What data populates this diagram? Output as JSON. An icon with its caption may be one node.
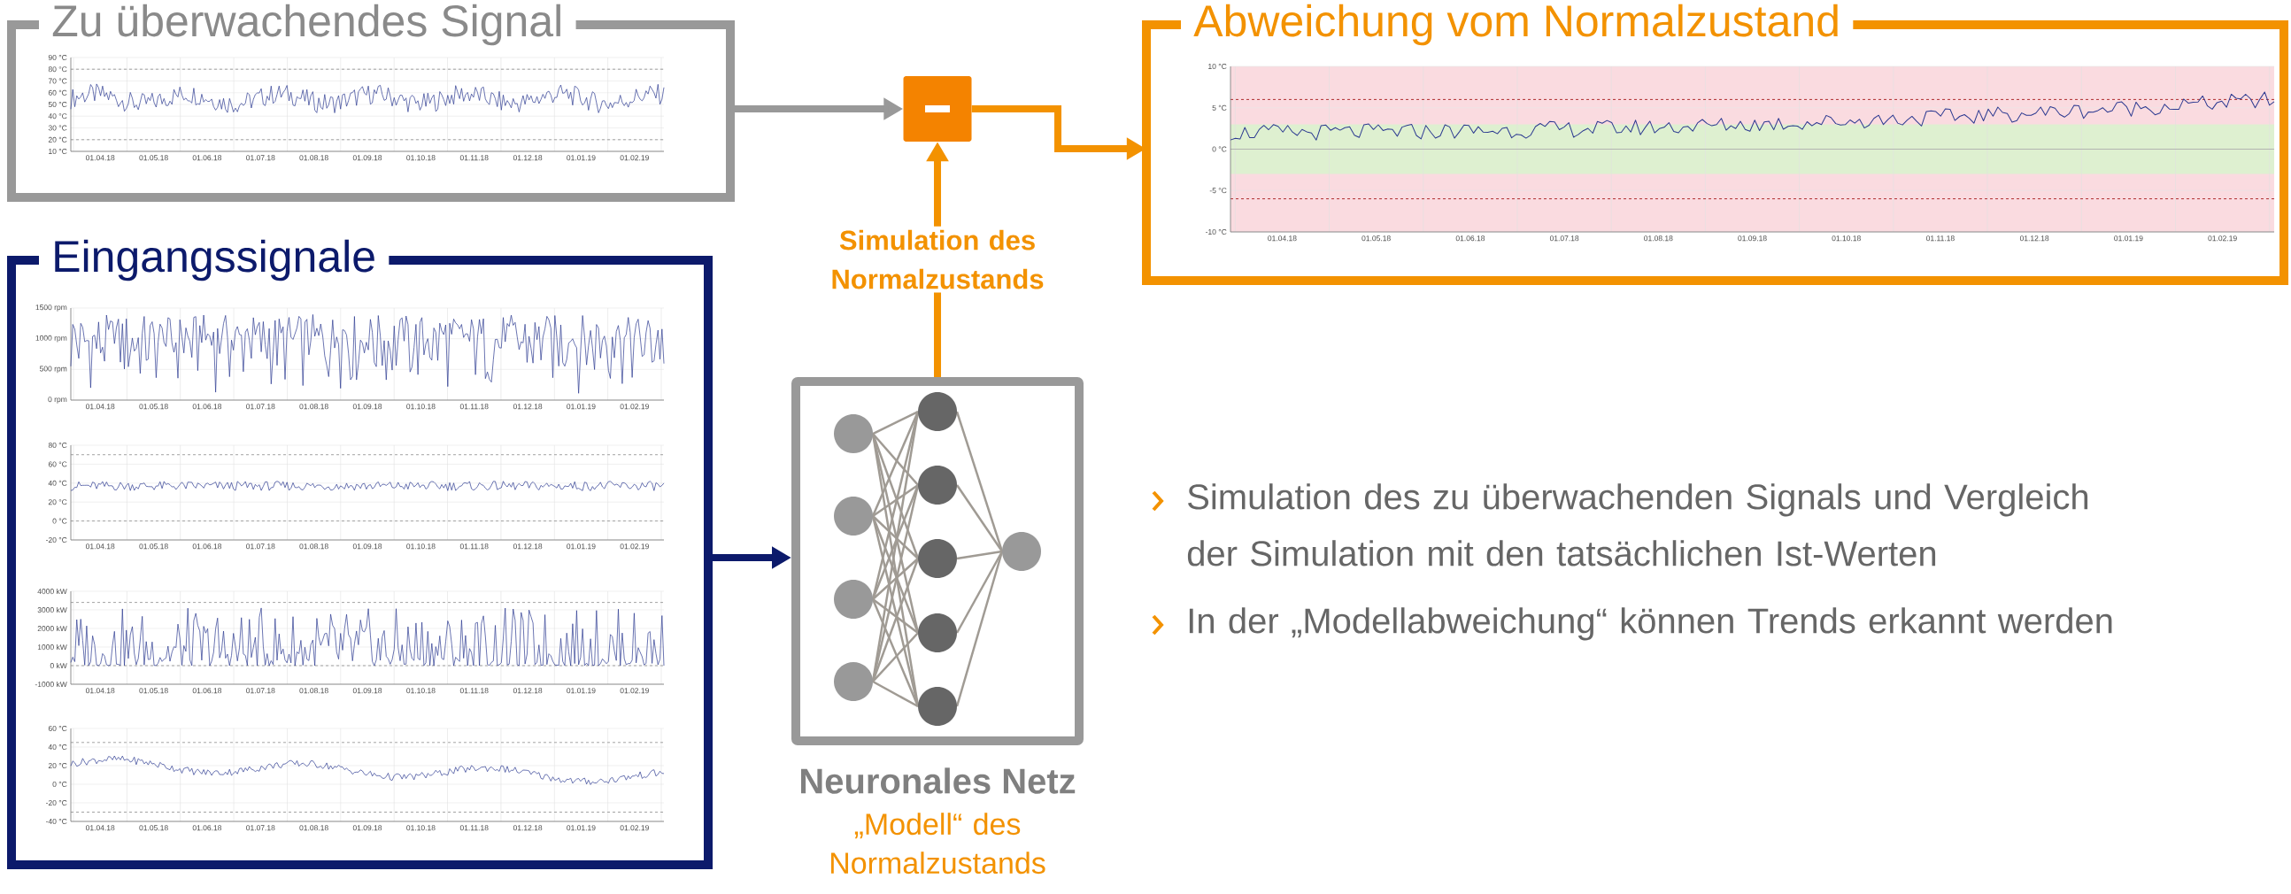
{
  "diagram": {
    "nodes": [
      {
        "text": [
          "Zu überwachendes Signal"
        ]
      },
      {
        "text": [
          "Eingangssignale"
        ]
      },
      {
        "text": [],
        "shape": "box"
      },
      {
        "text": [
          "Neuronales Netz"
        ],
        "beside": [
          "„Modell“ des Normalzustands"
        ]
      },
      {
        "text": [
          "Abweichung vom Normalzustand"
        ]
      }
    ],
    "edges": [
      {
        "from": 0,
        "to": 2,
        "arrow": "to",
        "color": "#999999"
      },
      {
        "from": 1,
        "to": 3,
        "arrow": "to",
        "color": "#0c1a6b"
      },
      {
        "from": 3,
        "to": 2,
        "arrow": "to",
        "label": "Simulation des Normalzustands"
      },
      {
        "from": 2,
        "to": 4,
        "arrow": "to"
      }
    ],
    "labels": [
      "90 °C",
      "80 °C",
      "70 °C",
      "60 °C",
      "50 °C",
      "40 °C",
      "30 °C",
      "20 °C",
      "10 °C",
      "01.04.18",
      "01.05.18",
      "01.06.18",
      "01.07.18",
      "01.08.18",
      "01.09.18",
      "01.10.18",
      "01.11.18",
      "01.12.18",
      "01.01.19",
      "01.02.19",
      "1500 rpm",
      "1000 rpm",
      "500 rpm",
      "0 rpm",
      "01.04.18",
      "01.05.18",
      "01.06.18",
      "01.07.18",
      "01.08.18",
      "01.09.18",
      "01.10.18",
      "01.11.18",
      "01.12.18",
      "01.01.19",
      "01.02.19",
      "80 °C",
      "60 °C",
      "40 °C",
      "20 °C",
      "0 °C",
      "-20 °C",
      "01.04.18",
      "01.05.18",
      "01.06.18",
      "01.07.18",
      "01.08.18",
      "01.09.18",
      "01.10.18",
      "01.11.18",
      "01.12.18",
      "01.01.19",
      "01.02.19",
      "4000 kW",
      "3000 kW",
      "2000 kW",
      "1000 kW",
      "0 kW",
      "-1000 kW",
      "01.04.18",
      "01.05.18",
      "01.06.18",
      "01.07.18",
      "01.08.18",
      "01.09.18",
      "01.10.18",
      "01.11.18",
      "01.12.18",
      "01.01.19",
      "01.02.19",
      "60 °C",
      "40 °C",
      "20 °C",
      "0 °C",
      "-20 °C",
      "-40 °C",
      "01.04.18",
      "01.05.18",
      "01.06.18",
      "01.07.18",
      "01.08.18",
      "01.09.18",
      "01.10.18",
      "01.11.18",
      "01.12.18",
      "01.01.19",
      "01.02.19",
      "10 °C",
      "5 °C",
      "0 °C",
      "-5 °C",
      "-10 °C",
      "01.04.18",
      "01.05.18",
      "01.06.18",
      "01.07.18",
      "01.08.18",
      "01.09.18",
      "01.10.18",
      "01.11.18",
      "01.12.18",
      "01.01.19",
      "01.02.19",
      "Simulation des zu überwachenden Signals und Vergleich der Simulation mit den tatsächlichen Ist-Werten",
      "In der „Modellabweichung“ können Trends erkannt werden"
    ]
  }
}
